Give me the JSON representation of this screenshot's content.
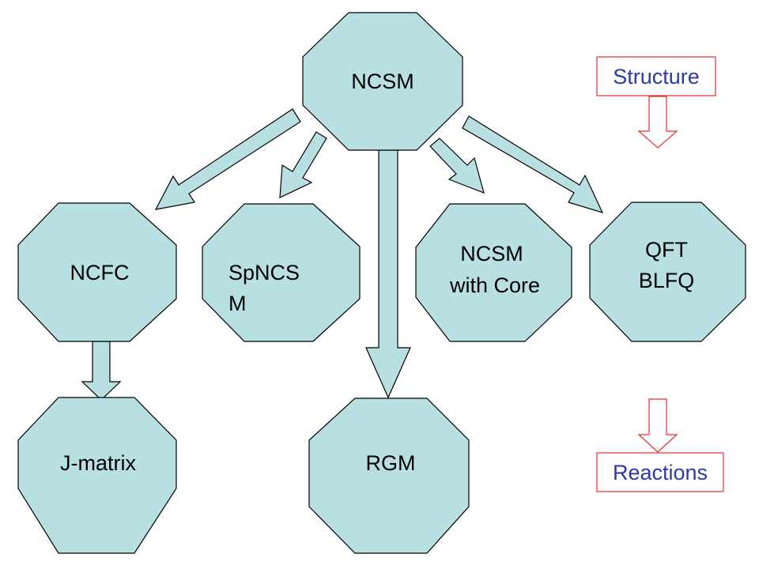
{
  "nodes": {
    "ncsm": "NCSM",
    "ncfc": "NCFC",
    "spncsm_line1": "SpNCS",
    "spncsm_line2": "M",
    "ncsm_core_line1": "NCSM",
    "ncsm_core_line2": "with Core",
    "qft_line1": "QFT",
    "qft_line2": "BLFQ",
    "jmatrix": "J-matrix",
    "rgm": "RGM"
  },
  "legend": {
    "structure": "Structure",
    "reactions": "Reactions"
  },
  "colors": {
    "node_fill": "#b8dfe2",
    "legend_border": "#e03030",
    "legend_text": "#2a3aa8"
  }
}
